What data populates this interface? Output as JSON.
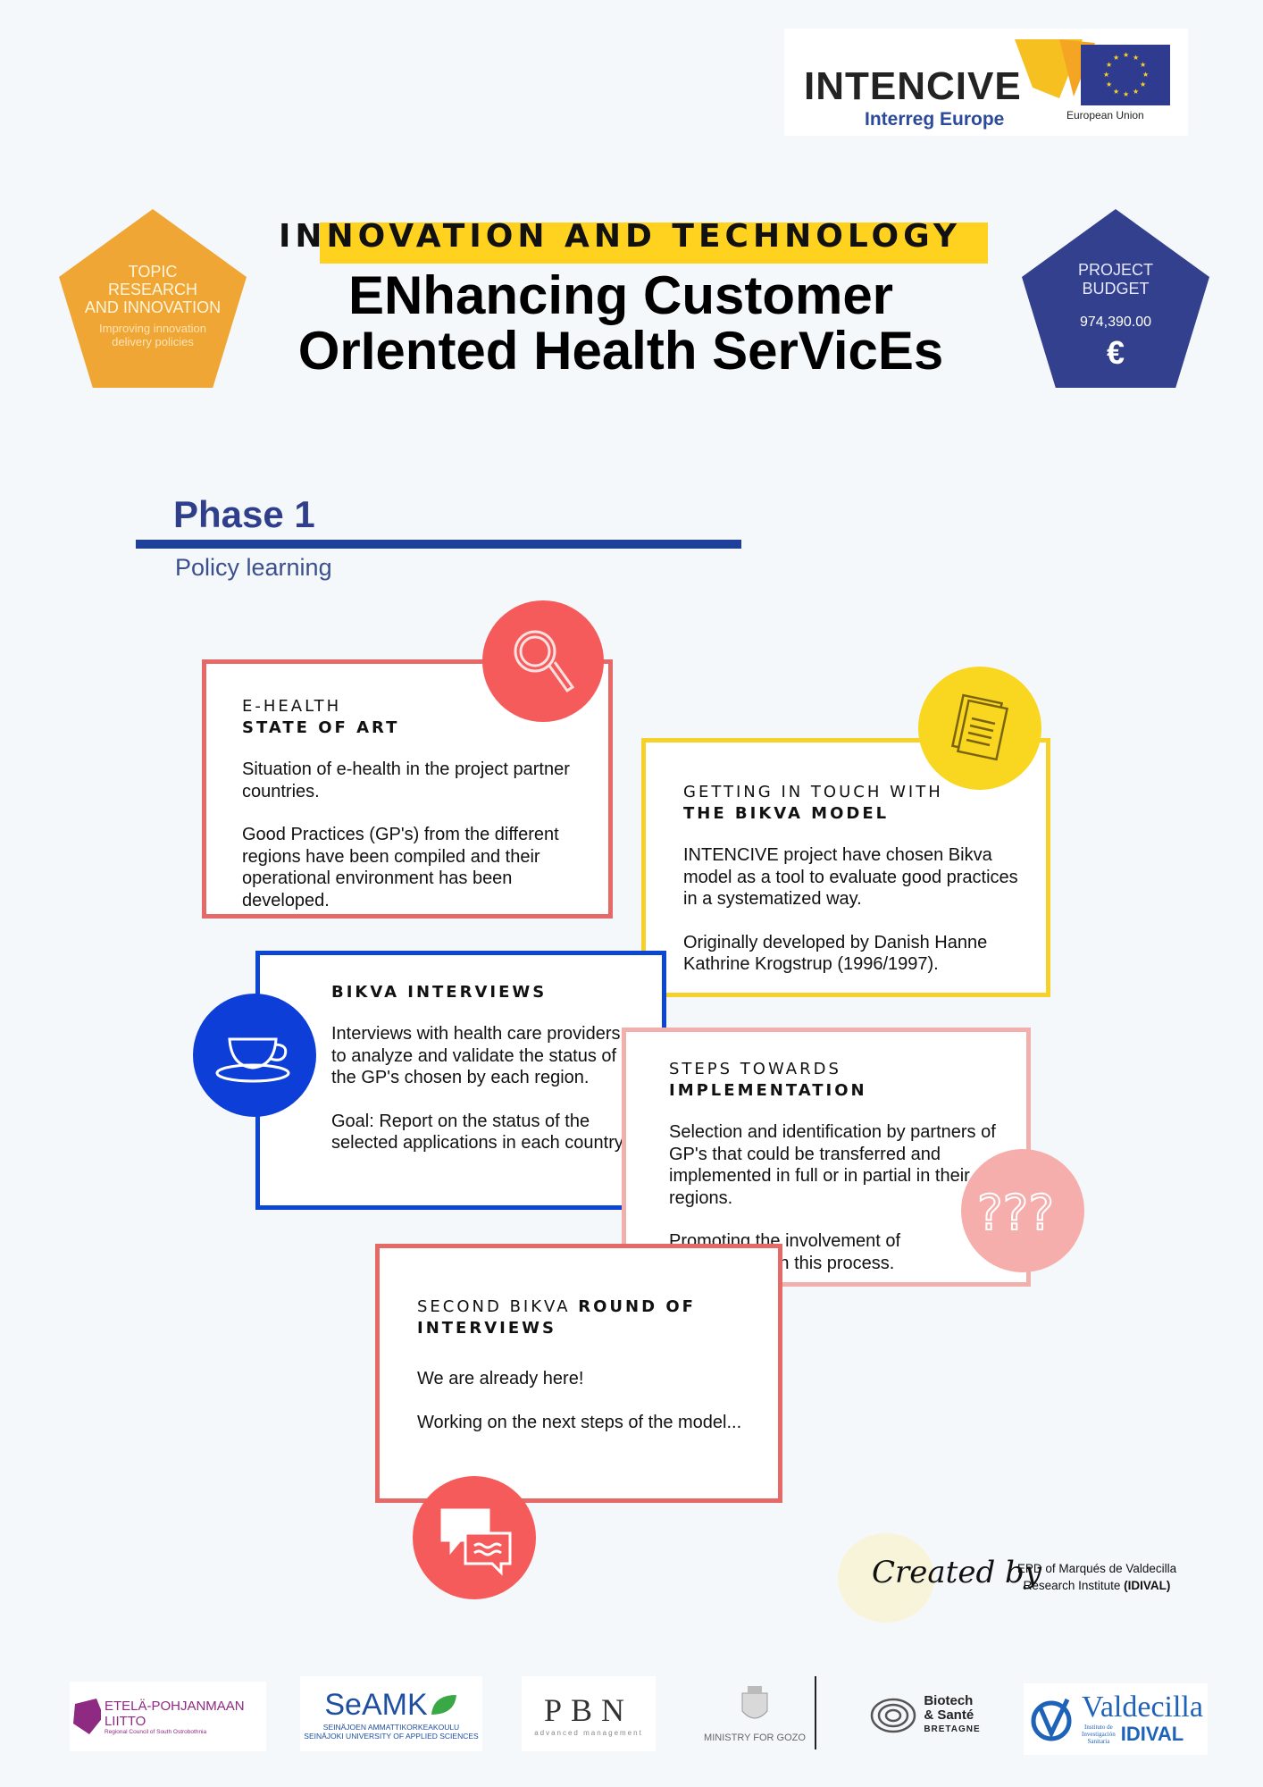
{
  "header": {
    "logo_word": "INTENCIVE",
    "logo_sub": "Interreg Europe",
    "logo_eu": "European Union"
  },
  "topic": {
    "label_line1": "TOPIC",
    "label_line2": "RESEARCH",
    "label_line3": "AND INNOVATION",
    "desc_line1": "Improving innovation",
    "desc_line2": "delivery policies"
  },
  "budget": {
    "label_line1": "PROJECT",
    "label_line2": "BUDGET",
    "amount": "974,390.00",
    "currency": "€"
  },
  "title": {
    "kicker": "INNOVATION AND TECHNOLOGY",
    "line1": "ENhancing Customer",
    "line2": "OrIented Health SerVicEs"
  },
  "phase": {
    "title": "Phase 1",
    "subtitle": "Policy learning"
  },
  "cards": [
    {
      "title_light": "E-HEALTH",
      "title_bold": "STATE OF ART",
      "paragraphs": [
        "Situation of e-health in the project partner countries.",
        "Good Practices (GP's) from the different regions have been compiled and their operational environment has been developed."
      ],
      "icon": "magnifier-icon",
      "color": "#e56a67"
    },
    {
      "title_light": "GETTING IN TOUCH WITH",
      "title_bold": "THE BIKVA MODEL",
      "paragraphs": [
        "INTENCIVE project have chosen Bikva model as a tool to evaluate good practices in a systematized way.",
        "Originally developed by Danish Hanne Kathrine Krogstrup (1996/1997)."
      ],
      "icon": "document-icon",
      "color": "#f6d12a"
    },
    {
      "title_light": "",
      "title_bold": "BIKVA INTERVIEWS",
      "paragraphs": [
        "Interviews with health care providers to analyze and validate the status of the GP's chosen by each region.",
        "Goal: Report on the status of the selected applications in each country."
      ],
      "icon": "coffee-cup-icon",
      "color": "#0b47d4"
    },
    {
      "title_light": "STEPS TOWARDS",
      "title_bold": "IMPLEMENTATION",
      "paragraphs": [
        "Selection and identification by partners of GP's that could be transferred and implemented in full or in partial in their regions.",
        "Promoting the involvement of stakeholders in this process."
      ],
      "icon": "question-marks-icon",
      "color": "#f2b0ad"
    },
    {
      "title_light": "SECOND BIKVA",
      "title_bold_inline": "ROUND OF",
      "title_bold": "INTERVIEWS",
      "paragraphs": [
        "We are already here!",
        "Working on the next steps of the model..."
      ],
      "icon": "chat-bubbles-icon",
      "color": "#e56a67"
    }
  ],
  "created": {
    "label": "Created by",
    "credit_line1": "EPD of Marqués de Valdecilla",
    "credit_line2": "Research Institute",
    "credit_bold": "(IDIVAL)"
  },
  "partners": {
    "p1_name": "ETELÄ-POHJANMAAN LIITTO",
    "p1_sub": "Regional Council of South Ostrobothnia",
    "p2_name": "SeAMK",
    "p2_sub1": "SEINÄJOEN AMMATTIKORKEAKOULU",
    "p2_sub2": "SEINÄJOKI UNIVERSITY OF APPLIED SCIENCES",
    "p3_name": "PBN",
    "p3_sub": "advanced management",
    "p4_name": "MINISTRY FOR GOZO",
    "p5_line1": "Biotech",
    "p5_line2": "& Santé",
    "p5_line3": "BRETAGNE",
    "p6_name": "Valdecilla",
    "p6_sub1": "Instituto de",
    "p6_sub2": "Investigación",
    "p6_sub3": "Sanitaria",
    "p6_brand": "IDIVAL"
  }
}
